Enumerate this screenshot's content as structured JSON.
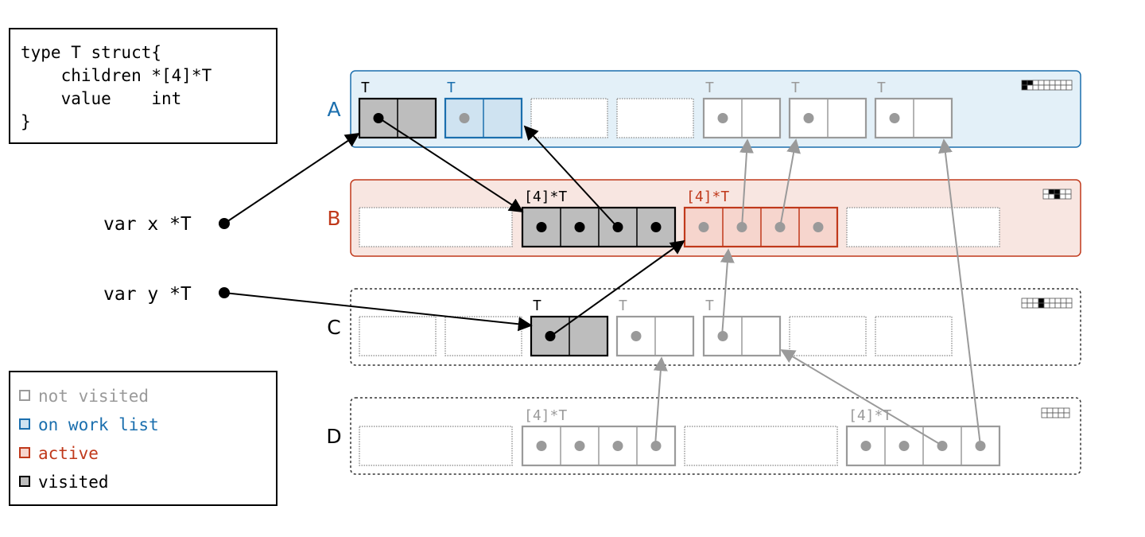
{
  "code_box": {
    "lines": [
      "type T struct{",
      "    children *[4]*T",
      "    value    int",
      "}"
    ]
  },
  "variables": {
    "x": "var x *T",
    "y": "var y *T"
  },
  "legend": [
    {
      "label": "not visited",
      "color": "#9a9a9a",
      "fill": "#ffffff",
      "border": "#9a9a9a"
    },
    {
      "label": "on work list",
      "color": "#1b6fae",
      "fill": "#cfe3f1",
      "border": "#1b6fae"
    },
    {
      "label": "active",
      "color": "#c0391b",
      "fill": "#f6d5cd",
      "border": "#c0391b"
    },
    {
      "label": "visited",
      "color": "#000000",
      "fill": "#bdbdbd",
      "border": "#000000"
    }
  ],
  "spans": [
    {
      "letter": "A",
      "letter_color": "#1b6fae",
      "bg": "#e3f0f8",
      "border": "#1b6fae",
      "dashed": false
    },
    {
      "letter": "B",
      "letter_color": "#c0391b",
      "bg": "#f8e6e1",
      "border": "#c0391b",
      "dashed": false
    },
    {
      "letter": "C",
      "letter_color": "#000000",
      "bg": "#ffffff",
      "border": "#333333",
      "dashed": true
    },
    {
      "letter": "D",
      "letter_color": "#000000",
      "bg": "#ffffff",
      "border": "#333333",
      "dashed": true
    }
  ],
  "object_labels": {
    "A0": "T",
    "A1": "T",
    "A4": "T",
    "A5": "T",
    "A6": "T",
    "B1": "[4]*T",
    "B2": "[4]*T",
    "C2": "T",
    "C3": "T",
    "C4": "T",
    "D1": "[4]*T",
    "D3": "[4]*T"
  },
  "colors": {
    "visited_stroke": "#000000",
    "visited_fill": "#bdbdbd",
    "grey": "#9a9a9a"
  }
}
